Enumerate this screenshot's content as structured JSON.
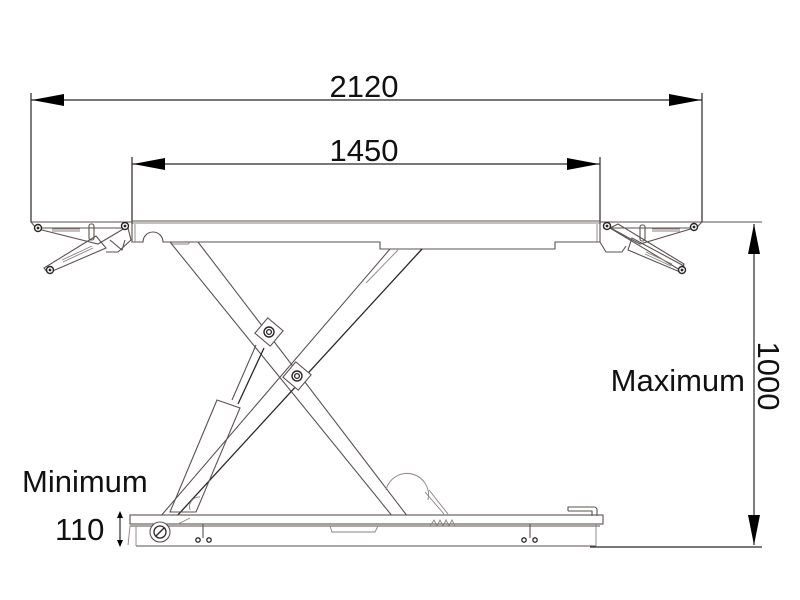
{
  "diagram": {
    "subject": "Scissor lift side elevation with dimensions",
    "dimensions": {
      "overall_width": {
        "value": "2120",
        "orientation": "horizontal"
      },
      "platform_width": {
        "value": "1450",
        "orientation": "horizontal"
      },
      "max_height": {
        "value": "1000",
        "orientation": "vertical"
      },
      "min_height": {
        "value": "110",
        "orientation": "vertical"
      }
    },
    "labels": {
      "maximum": "Maximum",
      "minimum": "Minimum"
    },
    "colors": {
      "line": "#5a5252",
      "dimension": "#2b2626",
      "text": "#111111",
      "background": "#ffffff"
    }
  }
}
